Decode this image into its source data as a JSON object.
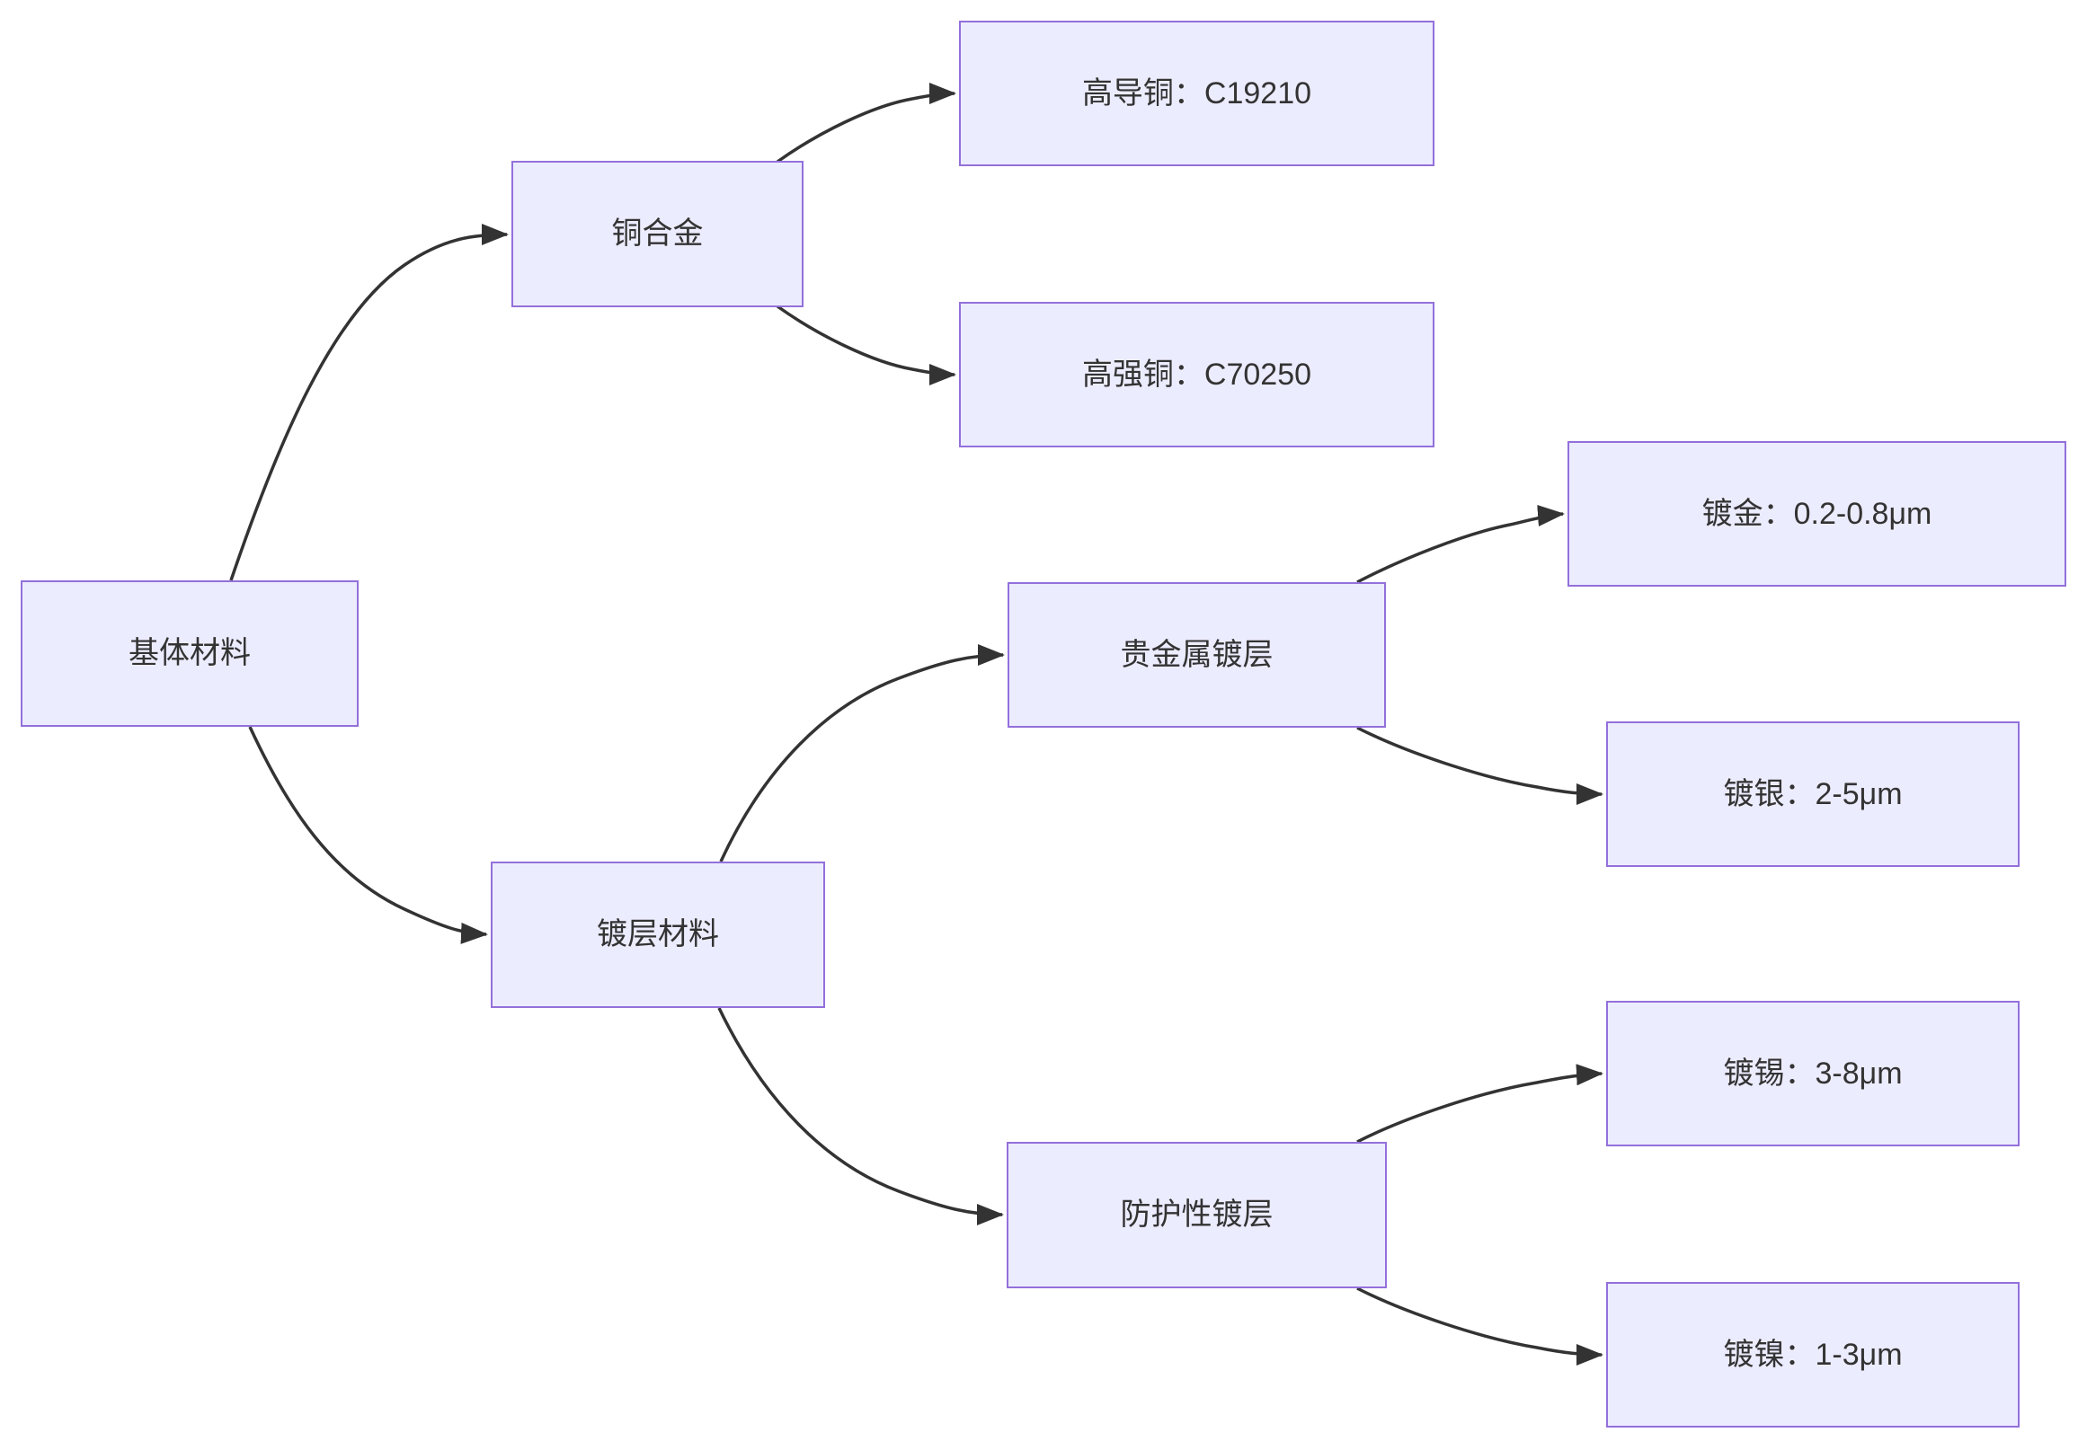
{
  "diagram": {
    "type": "flowchart-LR",
    "background_color": "#FFFFFF",
    "node_fill_color": "#ECECFF",
    "node_border_color": "#9370DB",
    "node_text_color": "#333333",
    "edge_color": "#333333",
    "nodes": {
      "base": {
        "label": "基体材料"
      },
      "copper": {
        "label": "铜合金"
      },
      "highcond": {
        "label": "高导铜：C19210"
      },
      "highstr": {
        "label": "高强铜：C70250"
      },
      "plating": {
        "label": "镀层材料"
      },
      "precious": {
        "label": "贵金属镀层"
      },
      "gold": {
        "label": "镀金：0.2-0.8μm"
      },
      "silver": {
        "label": "镀银：2-5μm"
      },
      "protect": {
        "label": "防护性镀层"
      },
      "tin": {
        "label": "镀锡：3-8μm"
      },
      "nickel": {
        "label": "镀镍：1-3μm"
      }
    },
    "edges": [
      {
        "from": "基体材料",
        "to": "铜合金"
      },
      {
        "from": "基体材料",
        "to": "镀层材料"
      },
      {
        "from": "铜合金",
        "to": "高导铜：C19210"
      },
      {
        "from": "铜合金",
        "to": "高强铜：C70250"
      },
      {
        "from": "镀层材料",
        "to": "贵金属镀层"
      },
      {
        "from": "镀层材料",
        "to": "防护性镀层"
      },
      {
        "from": "贵金属镀层",
        "to": "镀金：0.2-0.8μm"
      },
      {
        "from": "贵金属镀层",
        "to": "镀银：2-5μm"
      },
      {
        "from": "防护性镀层",
        "to": "镀锡：3-8μm"
      },
      {
        "from": "防护性镀层",
        "to": "镀镍：1-3μm"
      }
    ]
  }
}
